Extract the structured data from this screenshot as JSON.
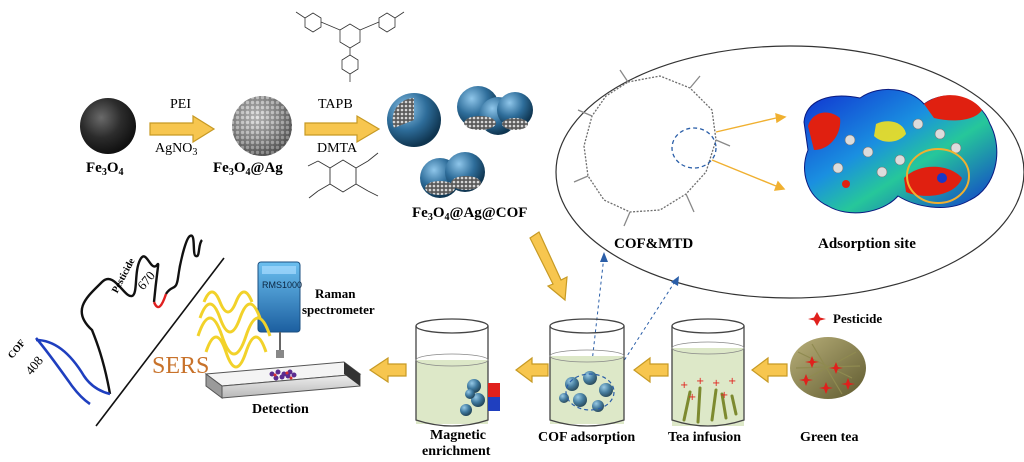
{
  "colors": {
    "arrow_fill": "#f7c64f",
    "arrow_stroke": "#c79a24",
    "cof_shell": "#2e6d9a",
    "pesticide_star": "#e0201c",
    "spectrum_black": "#111111",
    "spectrum_red": "#e02020",
    "spectrum_blue": "#1f3fbf",
    "laser_yellow": "#f2d22a",
    "sers_text": "#c8722a",
    "liquid": "#dde8c8"
  },
  "synthesis": {
    "fe3o4_label": {
      "base": "Fe",
      "s1": "3",
      "mid": "O",
      "s2": "4"
    },
    "fe3o4ag_label": {
      "base": "Fe",
      "s1": "3",
      "mid": "O",
      "s2": "4",
      "tail": "@Ag"
    },
    "fe3o4agcof_label": {
      "base": "Fe",
      "s1": "3",
      "mid": "O",
      "s2": "4",
      "tail": "@Ag@COF"
    },
    "step1_top": "PEI",
    "step1_bottom": {
      "base": "AgNO",
      "s1": "3"
    },
    "step2_top": "TAPB",
    "step2_bottom": "DMTA"
  },
  "inset": {
    "cof_mtd_label": "COF&MTD",
    "adsorption_site_label": "Adsorption site"
  },
  "process": {
    "green_tea_label": "Green tea",
    "tea_infusion_label": "Tea infusion",
    "cof_adsorption_label": "COF adsorption",
    "magnetic_label_line1": "Magnetic",
    "magnetic_label_line2": "enrichment",
    "pesticide_legend": "Pesticide"
  },
  "detection": {
    "instrument_label": "RMS1000",
    "raman_line1": "Raman",
    "raman_line2": "spectrometer",
    "sers_label": "SERS",
    "detection_label": "Detection",
    "spectrum": {
      "peak_670": "670",
      "peak_408": "408",
      "pesticide_tag": "Pesticide",
      "cof_tag": "COF"
    }
  }
}
